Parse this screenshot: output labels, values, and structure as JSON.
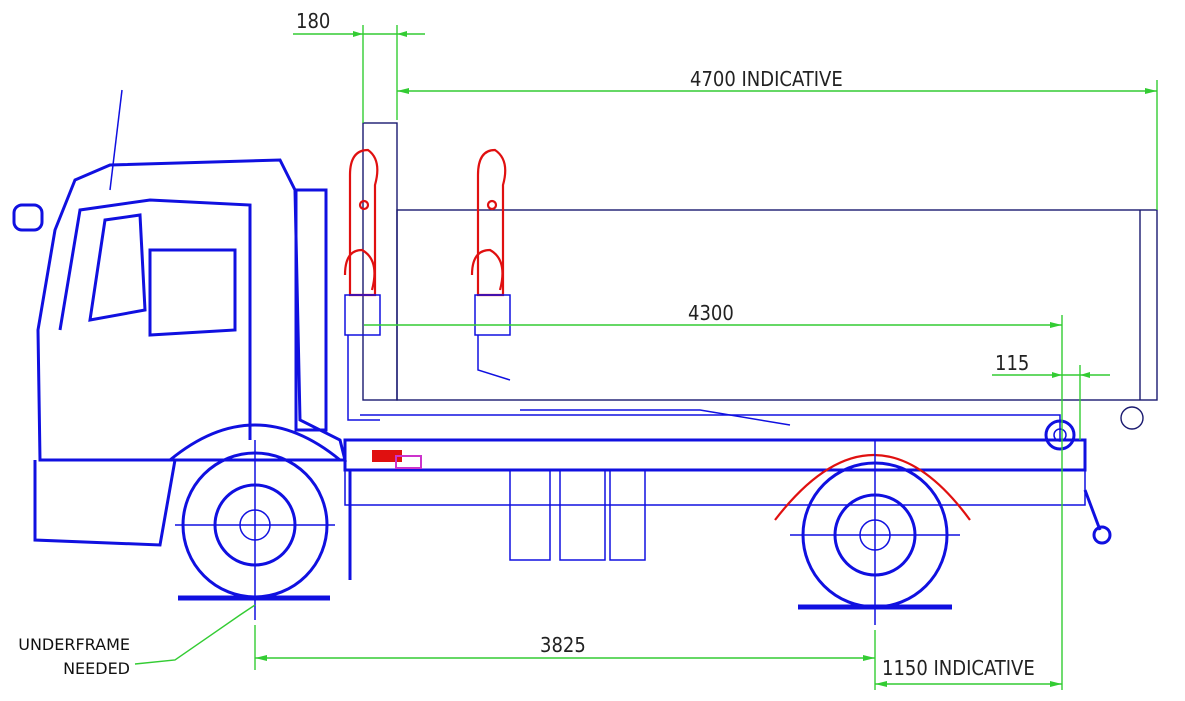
{
  "dimensions": {
    "headboard_offset": "180",
    "body_length": "4700 INDICATIVE",
    "hook_to_roller": "4300",
    "roller_offset": "115",
    "wheelbase": "3825",
    "rear_overhang": "1150 INDICATIVE"
  },
  "notes": {
    "underframe_line1": "UNDERFRAME",
    "underframe_line2": "NEEDED"
  },
  "colors": {
    "truck": "#1010e0",
    "hooklift": "#e01010",
    "dimension": "#33cc33",
    "body": "#1a1a70"
  }
}
